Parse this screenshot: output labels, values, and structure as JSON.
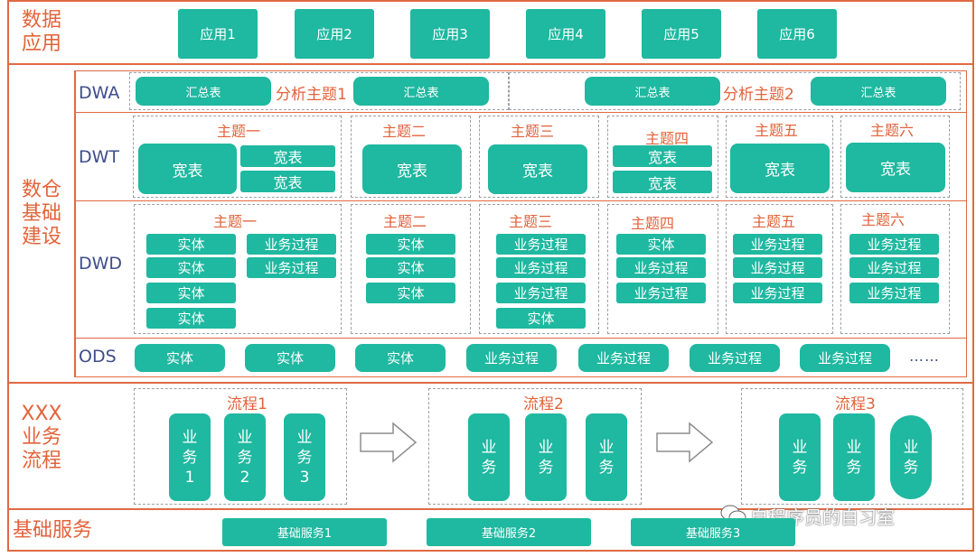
{
  "rows": {
    "data_app": [
      "数据",
      "应用"
    ],
    "dw": [
      "数仓",
      "基础",
      "建设"
    ],
    "biz": [
      "XXX",
      "业务",
      "流程"
    ],
    "base": "基础服务"
  },
  "apps": [
    "应用1",
    "应用2",
    "应用3",
    "应用4",
    "应用5",
    "应用6"
  ],
  "layers": {
    "dwa": "DWA",
    "dwt": "DWT",
    "dwd": "DWD",
    "ods": "ODS"
  },
  "dwa": {
    "summary": "汇总表",
    "topic1": "分析主题1",
    "topic2": "分析主题2"
  },
  "topics": [
    "主题一",
    "主题二",
    "主题三",
    "主题四",
    "主题五",
    "主题六"
  ],
  "terms": {
    "wide": "宽表",
    "entity": "实体",
    "process": "业务过程"
  },
  "ods_more": "……",
  "flows": [
    "流程1",
    "流程2",
    "流程3"
  ],
  "biz_char1": "业",
  "biz_char2": "务",
  "biz_nums": [
    "1",
    "2",
    "3"
  ],
  "services": [
    "基础服务1",
    "基础服务2",
    "基础服务3"
  ],
  "watermark": "自程序员的自习室",
  "colors": {
    "accent": "#e2633a",
    "teal": "#1fb8a0",
    "label": "#3f4e8a"
  }
}
